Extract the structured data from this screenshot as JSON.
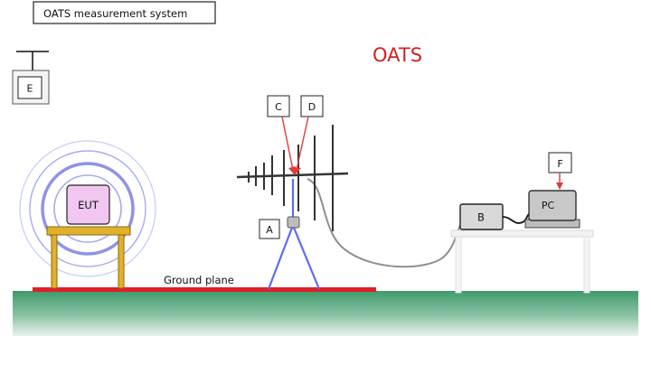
{
  "title_box": "OATS measurement system",
  "heading": "OATS",
  "labels": {
    "E": "E",
    "EUT": "EUT",
    "C": "C",
    "D": "D",
    "A": "A",
    "B": "B",
    "F": "F",
    "PC": "PC",
    "ground_plane": "Ground plane"
  },
  "colors": {
    "heading": "#d42020",
    "ground_plane": "#e01f26",
    "floor_top": "#3f9a6a",
    "floor_bottom": "#e9f3ee",
    "field_rings": "#8f93e6",
    "eut_fill": "#f1c6f1",
    "table": "#e0b12a",
    "tripod": "#5d6cf0",
    "cable": "#8f8f8f",
    "pointer_arrows": "#e13a3a"
  },
  "icons": [
    "tee-pole-icon",
    "field-rings-icon",
    "log-periodic-antenna-icon",
    "tripod-icon",
    "monitor-icon"
  ]
}
